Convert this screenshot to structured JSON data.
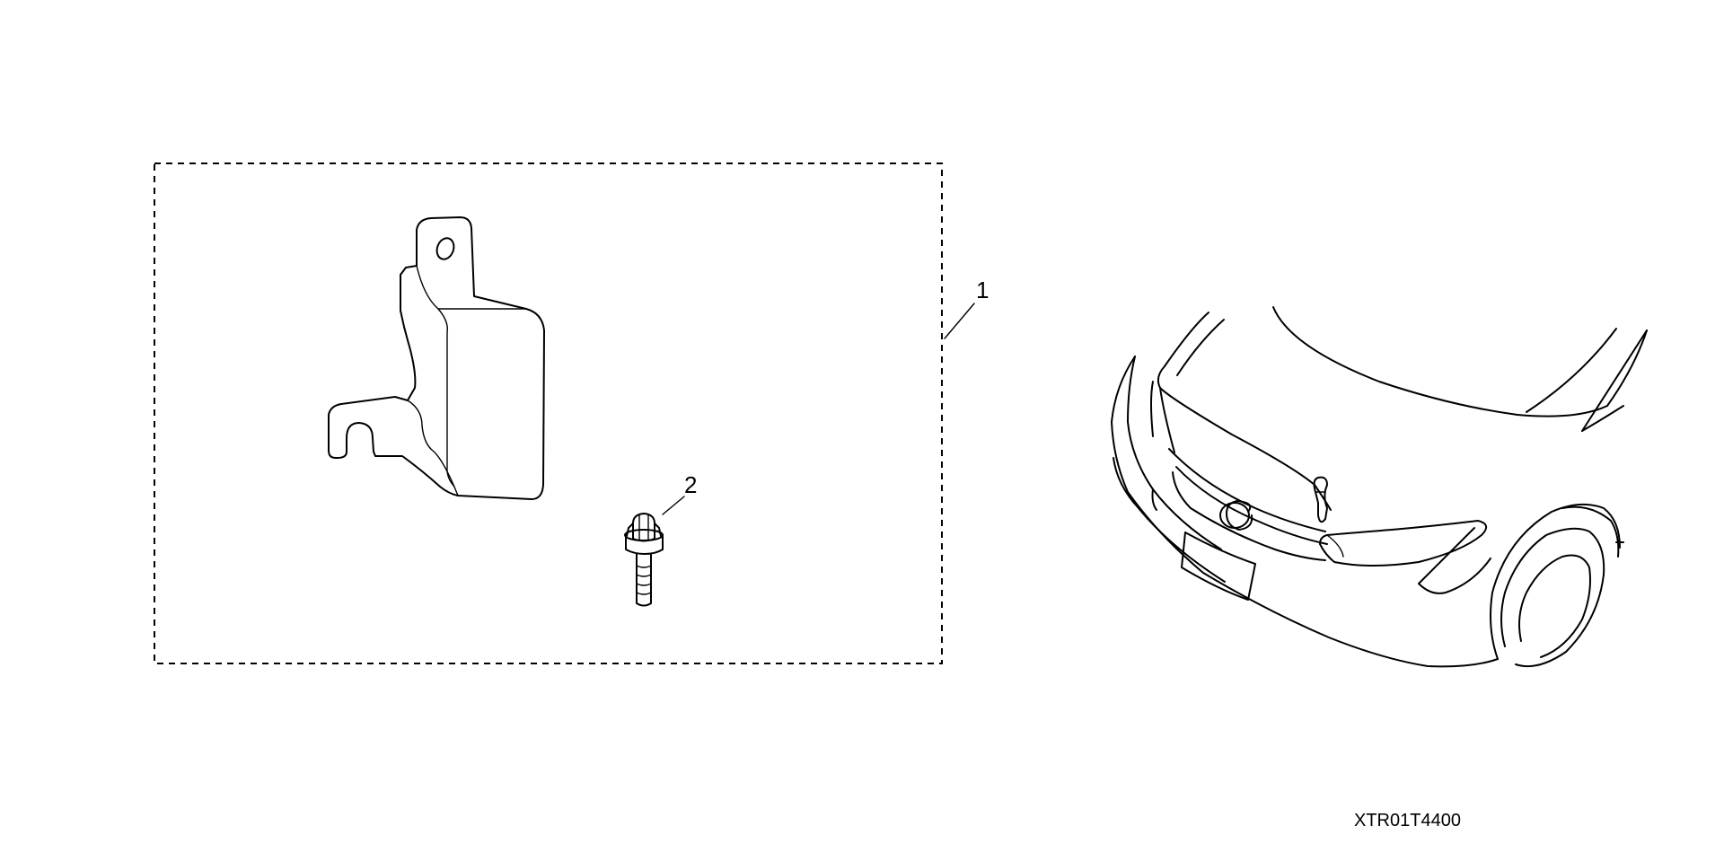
{
  "diagram": {
    "callouts": {
      "kit": "1",
      "bolt": "2"
    },
    "part_code": "XTR01T4400"
  }
}
